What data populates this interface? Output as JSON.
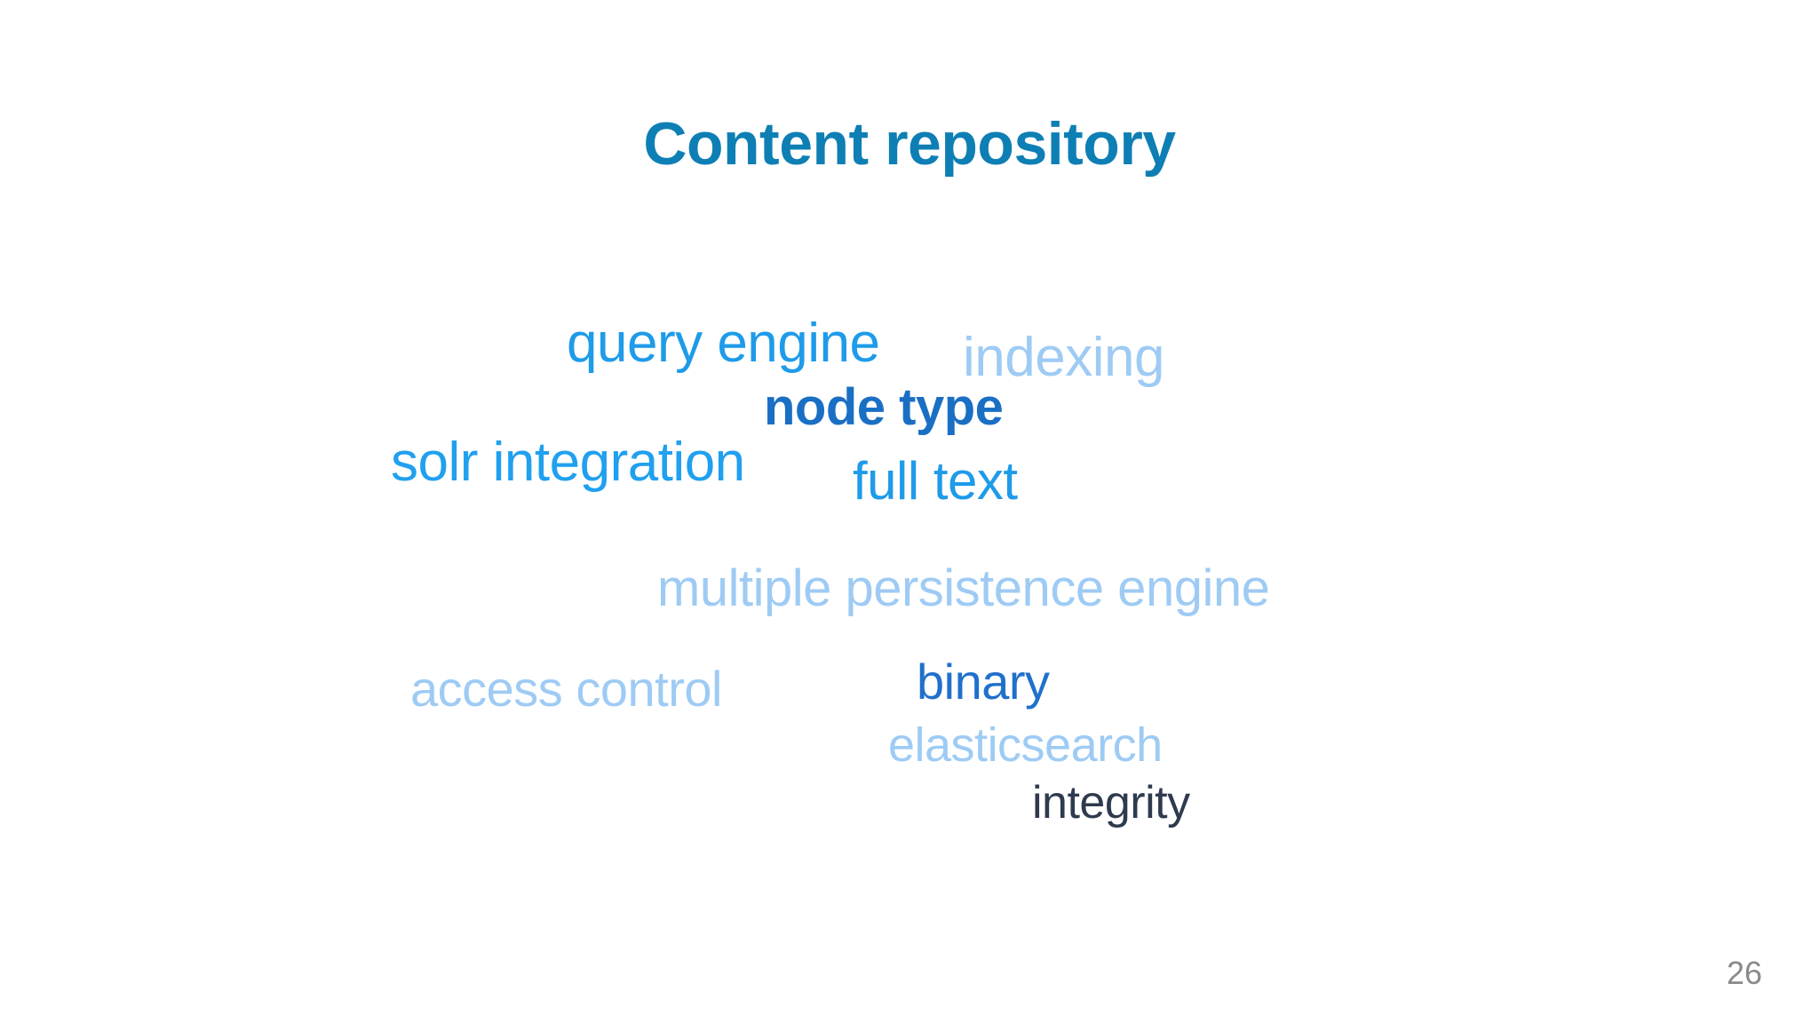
{
  "slide": {
    "title": "Content repository",
    "page_number": "26",
    "background_color": "#ffffff",
    "title_color": "#0e7fb4",
    "page_number_color": "#8a8a8a"
  },
  "wordcloud": {
    "words": [
      {
        "text": "query engine",
        "color": "#1e9be9",
        "size": 62,
        "weight": "regular"
      },
      {
        "text": "indexing",
        "color": "#9ecbf4",
        "size": 62,
        "weight": "regular"
      },
      {
        "text": "node type",
        "color": "#1a6fc4",
        "size": 58,
        "weight": "semibold"
      },
      {
        "text": "solr integration",
        "color": "#20a0ef",
        "size": 62,
        "weight": "regular"
      },
      {
        "text": "full text",
        "color": "#1e9be9",
        "size": 60,
        "weight": "regular"
      },
      {
        "text": "multiple persistence engine",
        "color": "#9ecbf4",
        "size": 58,
        "weight": "regular"
      },
      {
        "text": "access control",
        "color": "#9ecbf4",
        "size": 56,
        "weight": "regular"
      },
      {
        "text": "binary",
        "color": "#2070cc",
        "size": 56,
        "weight": "medium"
      },
      {
        "text": "elasticsearch",
        "color": "#9ecbf4",
        "size": 54,
        "weight": "regular"
      },
      {
        "text": "integrity",
        "color": "#2e3a4e",
        "size": 52,
        "weight": "medium"
      }
    ]
  }
}
